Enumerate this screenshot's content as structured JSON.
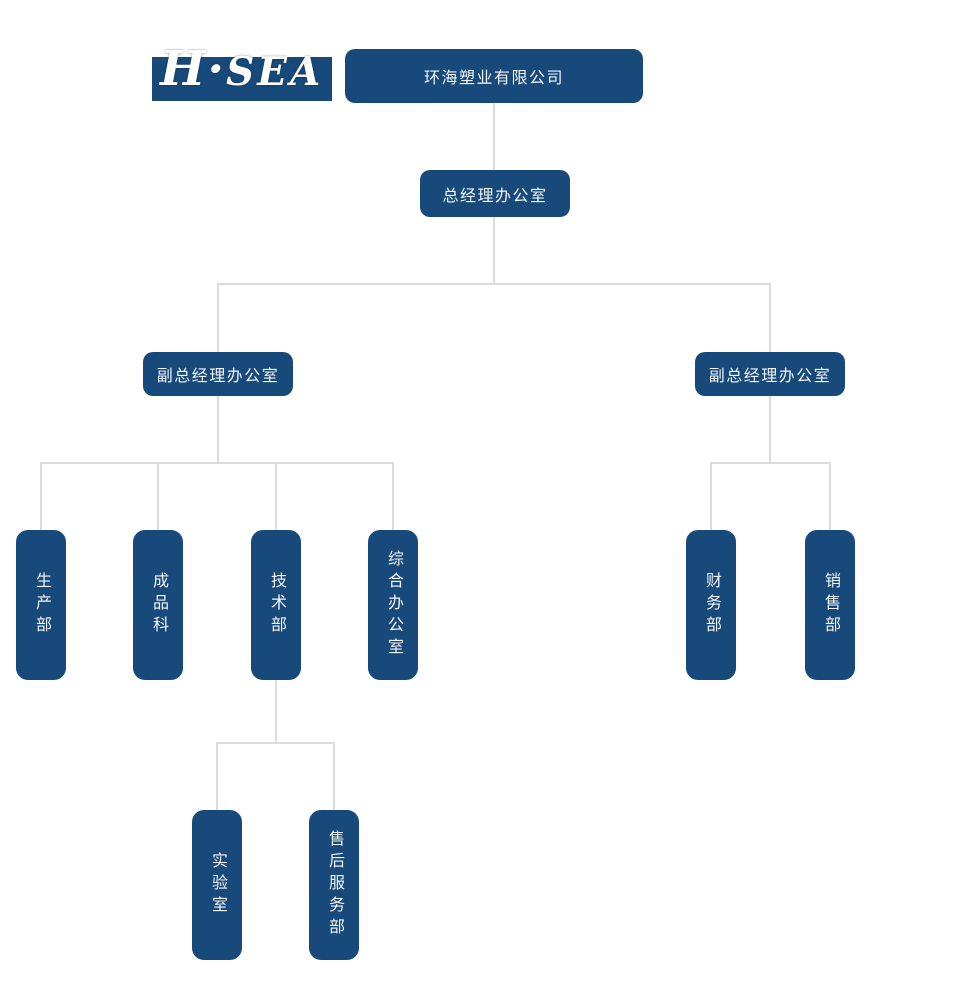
{
  "colors": {
    "node_background": "#17497a",
    "node_text": "#f4f6f8",
    "connector_line": "#dcdcdc",
    "page_background": "#ffffff"
  },
  "logo": {
    "part1": "H·",
    "part2": "SEA"
  },
  "org_chart": {
    "company": {
      "label": "环海塑业有限公司"
    },
    "general_manager_office": {
      "label": "总经理办公室"
    },
    "deputy_gm_office_left": {
      "label": "副总经理办公室"
    },
    "deputy_gm_office_right": {
      "label": "副总经理办公室"
    },
    "left_departments": [
      {
        "label": "生产部"
      },
      {
        "label": "成品科"
      },
      {
        "label": "技术部"
      },
      {
        "label": "综合办公室"
      }
    ],
    "right_departments": [
      {
        "label": "财务部"
      },
      {
        "label": "销售部"
      }
    ],
    "technical_sub_departments": [
      {
        "label": "实验室"
      },
      {
        "label": "售后服务部"
      }
    ]
  }
}
